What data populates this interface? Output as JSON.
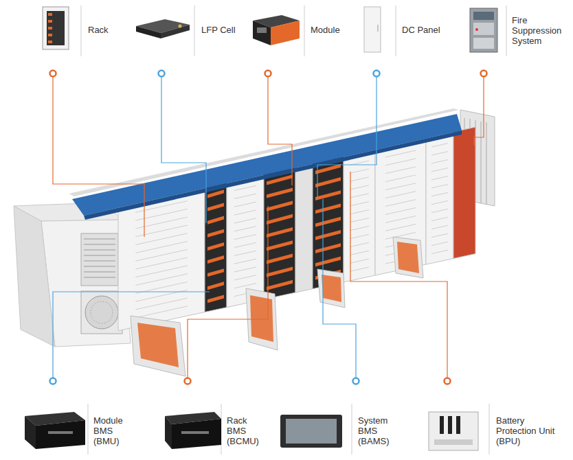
{
  "diagram": {
    "labels": [
      "Rack",
      "LFP Cell",
      "Module",
      "DC Panel",
      "Fire Suppression System",
      "Module BMS (BMU)",
      "Rack BMS (BCMU)",
      "System BMS (BAMS)",
      "Battery Protection Unit (BPU)"
    ]
  }
}
